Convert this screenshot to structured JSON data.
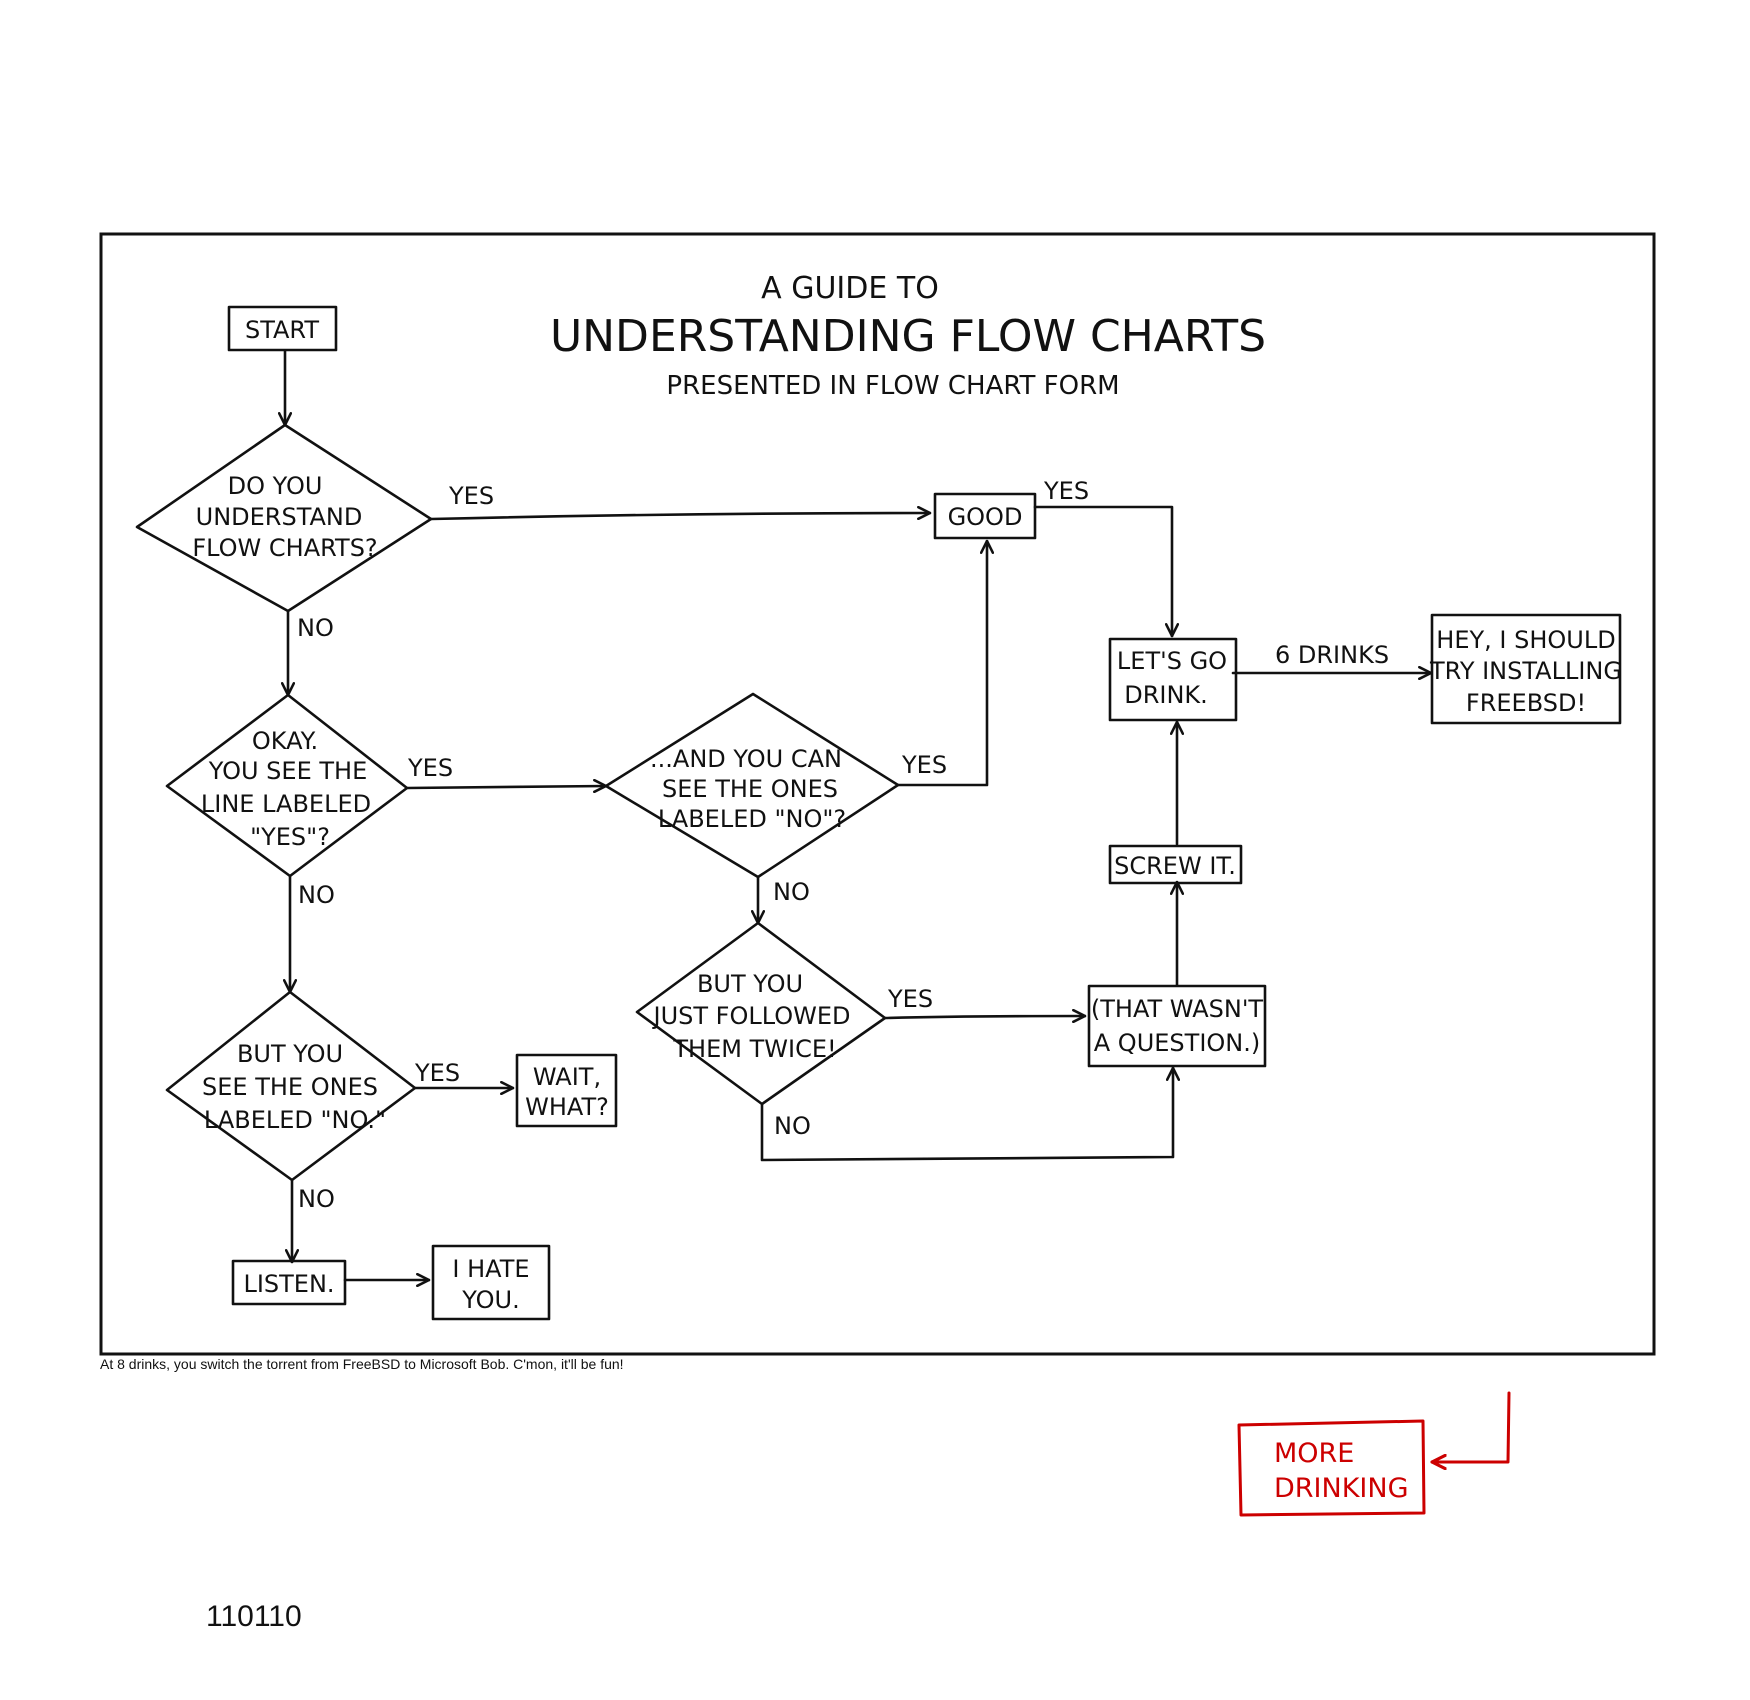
{
  "title": {
    "line1": "A GUIDE TO",
    "line2": "UNDERSTANDING FLOW CHARTS",
    "line3": "PRESENTED IN FLOW CHART FORM"
  },
  "nodes": {
    "start": "START",
    "q1": [
      "DO YOU",
      "UNDERSTAND",
      "FLOW CHARTS?"
    ],
    "good": "GOOD",
    "q2": [
      "OKAY.",
      "YOU SEE THE",
      "LINE LABELED",
      "\"YES\"?"
    ],
    "q3": [
      "...AND YOU CAN",
      "SEE THE ONES",
      "LABELED \"NO\"?"
    ],
    "q4": [
      "BUT YOU",
      "SEE THE ONES",
      "LABELED \"NO.\""
    ],
    "wait": [
      "WAIT,",
      "WHAT?"
    ],
    "listen": "LISTEN.",
    "hate": [
      "I HATE",
      "YOU."
    ],
    "q5": [
      "BUT YOU",
      "JUST FOLLOWED",
      "THEM TWICE!"
    ],
    "not_question": [
      "(THAT WASN'T",
      "A QUESTION.)"
    ],
    "screw": "SCREW IT.",
    "drink": [
      "LET'S GO",
      "DRINK."
    ],
    "freebsd": [
      "HEY, I SHOULD",
      "TRY INSTALLING",
      "FREEBSD!"
    ]
  },
  "edge_labels": {
    "yes": "YES",
    "no": "NO",
    "drinks": "6 DRINKS"
  },
  "caption": "At 8 drinks, you switch the torrent from FreeBSD to Microsoft Bob. C'mon, it'll be fun!",
  "more_drinking": [
    "MORE",
    "DRINKING"
  ],
  "comic_number": "110110",
  "colors": {
    "ink": "#111111",
    "annotation_red": "#cc0000",
    "background": "#ffffff"
  }
}
